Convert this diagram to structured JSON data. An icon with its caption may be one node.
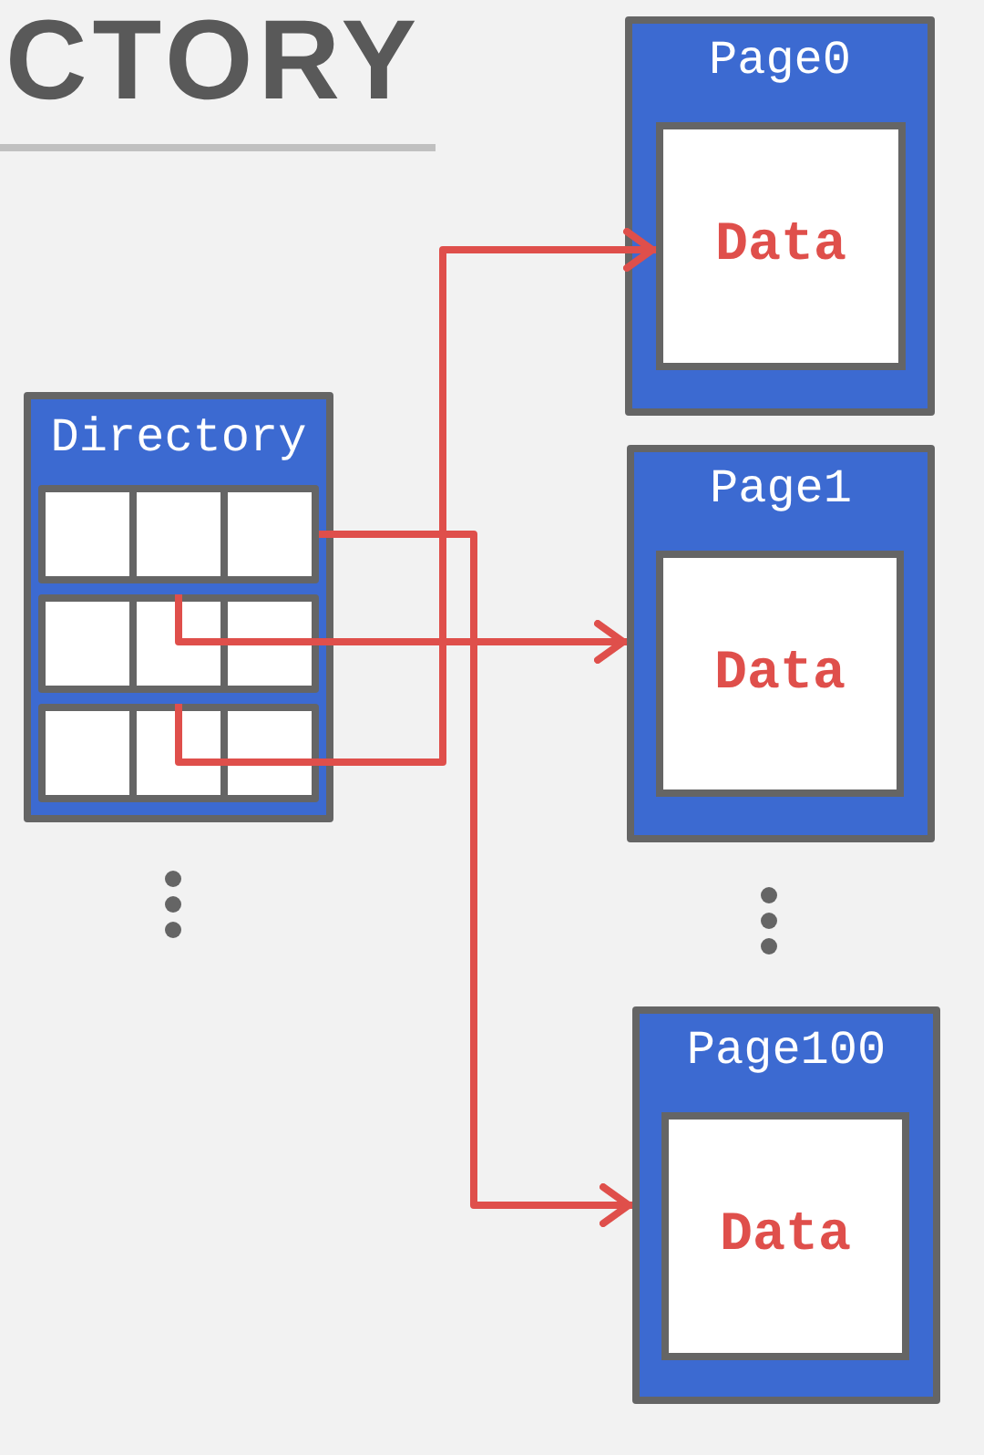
{
  "diagram": {
    "title": "CTORY",
    "nodes": [
      {
        "text": [
          "Directory"
        ]
      },
      {
        "text": [],
        "shape": "box",
        "in": 0
      },
      {
        "text": [],
        "shape": "box",
        "in": 0
      },
      {
        "text": [],
        "shape": "box",
        "in": 0
      },
      {
        "text": [
          "Page0"
        ]
      },
      {
        "text": [
          "Data"
        ],
        "in": 4
      },
      {
        "text": [
          "Page1"
        ]
      },
      {
        "text": [
          "Data"
        ],
        "in": 6
      },
      {
        "text": [
          "Page100"
        ]
      },
      {
        "text": [
          "Data"
        ],
        "in": 8
      }
    ],
    "edges": [
      {
        "from": 1,
        "to": 8,
        "arrow": "to"
      },
      {
        "from": 2,
        "to": 6,
        "arrow": "to"
      },
      {
        "from": 3,
        "to": 5,
        "arrow": "to"
      }
    ]
  }
}
